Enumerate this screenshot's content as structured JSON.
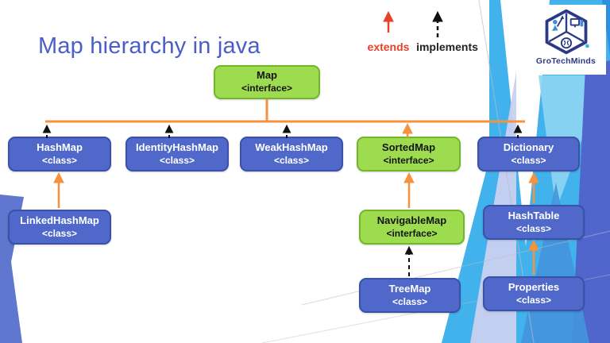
{
  "title": "Map hierarchy in java",
  "legend": {
    "extends_label": "extends",
    "implements_label": "implements",
    "extends_color": "#e8402a",
    "implements_color": "#222222"
  },
  "logo": {
    "brand": "GroTechMinds"
  },
  "colors": {
    "interface_fill": "#9edc4f",
    "interface_border": "#75b52c",
    "class_fill": "#4f68c9",
    "class_border": "#3b51a8",
    "extends_arrow": "#f7913d",
    "implements_arrow": "#111111",
    "title_text": "#4a5ec7"
  },
  "nodes": {
    "map": {
      "label": "Map",
      "stereotype": "<interface>",
      "kind": "interface"
    },
    "hashmap": {
      "label": "HashMap",
      "stereotype": "<class>",
      "kind": "class"
    },
    "identityhashmap": {
      "label": "IdentityHashMap",
      "stereotype": "<class>",
      "kind": "class"
    },
    "weakhashmap": {
      "label": "WeakHashMap",
      "stereotype": "<class>",
      "kind": "class"
    },
    "sortedmap": {
      "label": "SortedMap",
      "stereotype": "<interface>",
      "kind": "interface"
    },
    "dictionary": {
      "label": "Dictionary",
      "stereotype": "<class>",
      "kind": "class"
    },
    "linkedhashmap": {
      "label": "LinkedHashMap",
      "stereotype": "<class>",
      "kind": "class"
    },
    "navigablemap": {
      "label": "NavigableMap",
      "stereotype": "<interface>",
      "kind": "interface"
    },
    "hashtable": {
      "label": "HashTable",
      "stereotype": "<class>",
      "kind": "class"
    },
    "treemap": {
      "label": "TreeMap",
      "stereotype": "<class>",
      "kind": "class"
    },
    "properties": {
      "label": "Properties",
      "stereotype": "<class>",
      "kind": "class"
    }
  },
  "edges": [
    {
      "from": "HashMap",
      "to": "Map",
      "type": "implements"
    },
    {
      "from": "IdentityHashMap",
      "to": "Map",
      "type": "implements"
    },
    {
      "from": "WeakHashMap",
      "to": "Map",
      "type": "implements"
    },
    {
      "from": "SortedMap",
      "to": "Map",
      "type": "extends"
    },
    {
      "from": "Dictionary",
      "to": "Map",
      "type": "implements"
    },
    {
      "from": "LinkedHashMap",
      "to": "HashMap",
      "type": "extends"
    },
    {
      "from": "NavigableMap",
      "to": "SortedMap",
      "type": "extends"
    },
    {
      "from": "TreeMap",
      "to": "NavigableMap",
      "type": "implements"
    },
    {
      "from": "HashTable",
      "to": "Dictionary",
      "type": "extends"
    },
    {
      "from": "Properties",
      "to": "HashTable",
      "type": "extends"
    }
  ]
}
